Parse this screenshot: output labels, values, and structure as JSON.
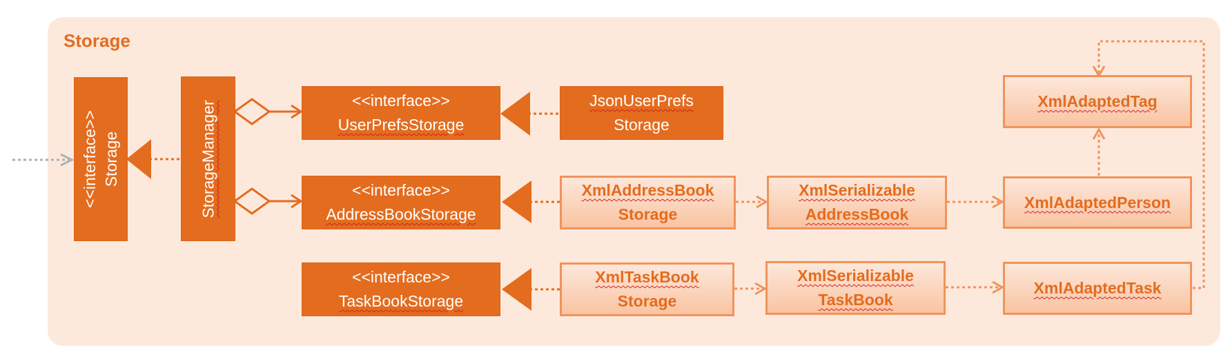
{
  "package": {
    "title": "Storage"
  },
  "classes": {
    "storage": {
      "line1": "<<interface>>",
      "line2": "Storage"
    },
    "storage_manager": {
      "label": "StorageManager"
    },
    "user_prefs_storage": {
      "line1": "<<interface>>",
      "line2": "UserPrefsStorage"
    },
    "address_book_storage": {
      "line1": "<<interface>>",
      "line2": "AddressBookStorage"
    },
    "task_book_storage": {
      "line1": "<<interface>>",
      "line2": "TaskBookStorage"
    },
    "json_user_prefs_storage": {
      "line1": "JsonUserPrefs",
      "line2": "Storage"
    },
    "xml_address_book_storage": {
      "line1": "XmlAddressBook",
      "line2": "Storage"
    },
    "xml_task_book_storage": {
      "line1": "XmlTaskBook",
      "line2": "Storage"
    },
    "xml_serializable_address_book": {
      "line1": "XmlSerializable",
      "line2": "AddressBook"
    },
    "xml_serializable_task_book": {
      "line1": "XmlSerializable",
      "line2": "TaskBook"
    },
    "xml_adapted_tag": {
      "label": "XmlAdaptedTag"
    },
    "xml_adapted_person": {
      "label": "XmlAdaptedPerson"
    },
    "xml_adapted_task": {
      "label": "XmlAdaptedTask"
    }
  },
  "colors": {
    "accent": "#e36c1f",
    "package_bg": "#fde9dc",
    "light_border": "#f0935a",
    "external_arrow": "#b0b0b0"
  }
}
